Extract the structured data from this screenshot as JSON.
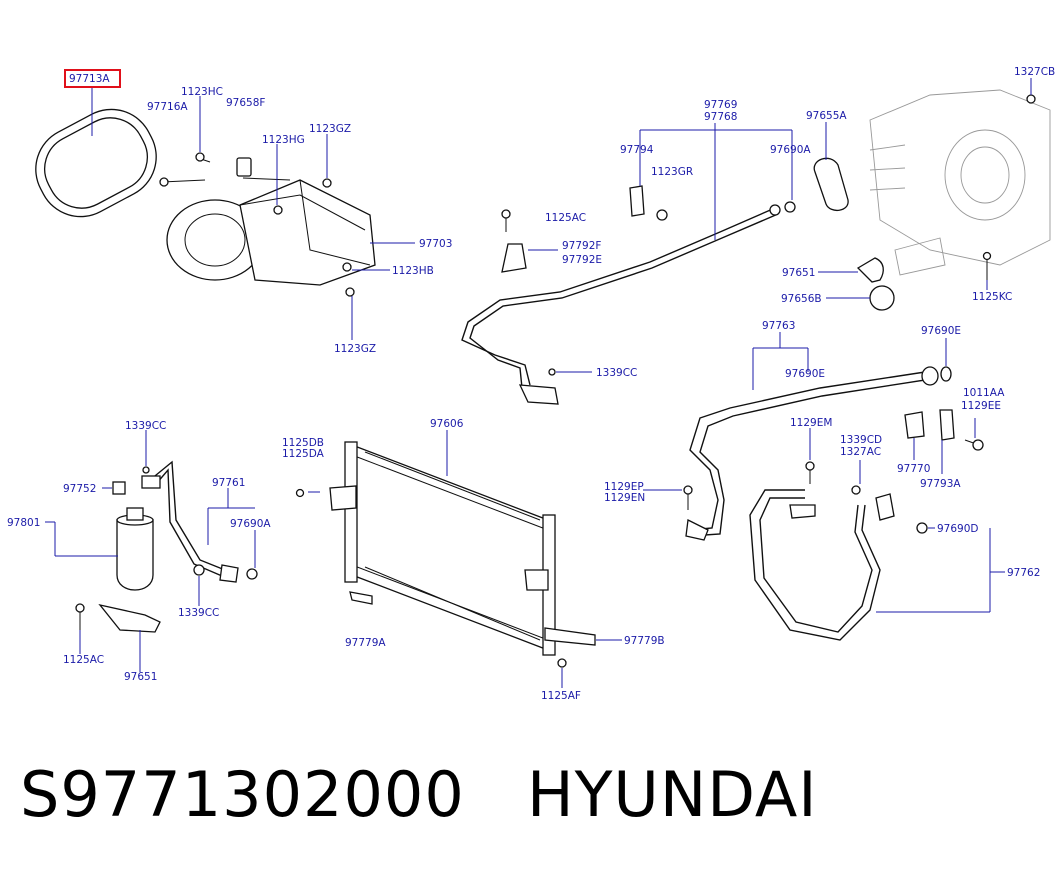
{
  "caption": "S9771302000   HYUNDAI",
  "highlighted_part": "97713A",
  "colors": {
    "label": "#1b1ba8",
    "highlight": "#e0101a",
    "part": "#111111"
  },
  "labels": {
    "p97713A": "97713A",
    "p1123HC": "1123HC",
    "p97716A": "97716A",
    "p97658F": "97658F",
    "p1123HG": "1123HG",
    "p1123GZ_top": "1123GZ",
    "p97703": "97703",
    "p1123HB": "1123HB",
    "p1123GZ_bot": "1123GZ",
    "p97769": "97769",
    "p97768": "97768",
    "p97794": "97794",
    "p1123GR": "1123GR",
    "p97690A_top": "97690A",
    "p97655A": "97655A",
    "p1327CB": "1327CB",
    "p1125AC_mid": "1125AC",
    "p97792F": "97792F",
    "p97792E": "97792E",
    "p97651_right": "97651",
    "p1125KC": "1125KC",
    "p97656B": "97656B",
    "p1339CC_mid": "1339CC",
    "p97763": "97763",
    "p97690E_top": "97690E",
    "p97690E": "97690E",
    "p1011AA": "1011AA",
    "p1129EE": "1129EE",
    "p1129EM": "1129EM",
    "p1339CD": "1339CD",
    "p1327AC": "1327AC",
    "p97770": "97770",
    "p97793A": "97793A",
    "p1129EP": "1129EP",
    "p1129EN": "1129EN",
    "p97690D": "97690D",
    "p97762": "97762",
    "p1125DB": "1125DB",
    "p1125DA": "1125DA",
    "p97606": "97606",
    "p97779A": "97779A",
    "p97779B": "97779B",
    "p1125AF": "1125AF",
    "p1339CC_left": "1339CC",
    "p97752": "97752",
    "p97801": "97801",
    "p97761": "97761",
    "p97690A_left": "97690A",
    "p1339CC_left2": "1339CC",
    "p1125AC_left": "1125AC",
    "p97651_left": "97651"
  }
}
